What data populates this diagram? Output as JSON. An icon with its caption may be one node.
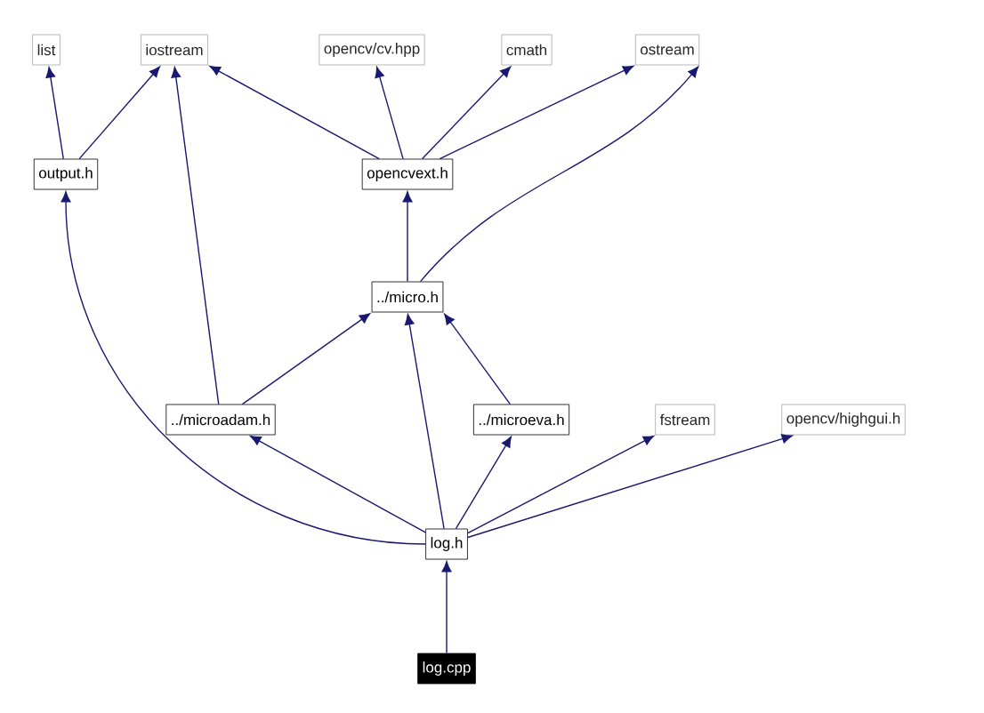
{
  "diagram": {
    "nodes": [
      {
        "text": [
          "list"
        ]
      },
      {
        "text": [
          "iostream"
        ]
      },
      {
        "text": [
          "opencv/cv.hpp"
        ]
      },
      {
        "text": [
          "cmath"
        ]
      },
      {
        "text": [
          "ostream"
        ]
      },
      {
        "text": [
          "output.h"
        ]
      },
      {
        "text": [
          "opencvext.h"
        ]
      },
      {
        "text": [
          "../micro.h"
        ]
      },
      {
        "text": [
          "../microadam.h"
        ]
      },
      {
        "text": [
          "../microeva.h"
        ]
      },
      {
        "text": [
          "fstream"
        ]
      },
      {
        "text": [
          "opencv/highgui.h"
        ]
      },
      {
        "text": [
          "log.h"
        ]
      },
      {
        "text": [
          "log.cpp"
        ]
      }
    ],
    "edges": [
      {
        "from": 5,
        "to": 0,
        "arrow": "to"
      },
      {
        "from": 5,
        "to": 1,
        "arrow": "to"
      },
      {
        "from": 6,
        "to": 1,
        "arrow": "to"
      },
      {
        "from": 6,
        "to": 2,
        "arrow": "to"
      },
      {
        "from": 6,
        "to": 3,
        "arrow": "to"
      },
      {
        "from": 6,
        "to": 4,
        "arrow": "to"
      },
      {
        "from": 7,
        "to": 6,
        "arrow": "to"
      },
      {
        "from": 7,
        "to": 4,
        "arrow": "to"
      },
      {
        "from": 8,
        "to": 7,
        "arrow": "to"
      },
      {
        "from": 8,
        "to": 1,
        "arrow": "to"
      },
      {
        "from": 9,
        "to": 7,
        "arrow": "to"
      },
      {
        "from": 12,
        "to": 5,
        "arrow": "to"
      },
      {
        "from": 12,
        "to": 8,
        "arrow": "to"
      },
      {
        "from": 12,
        "to": 7,
        "arrow": "to"
      },
      {
        "from": 12,
        "to": 9,
        "arrow": "to"
      },
      {
        "from": 12,
        "to": 10,
        "arrow": "to"
      },
      {
        "from": 12,
        "to": 11,
        "arrow": "to"
      },
      {
        "from": 13,
        "to": 12,
        "arrow": "to"
      }
    ]
  }
}
